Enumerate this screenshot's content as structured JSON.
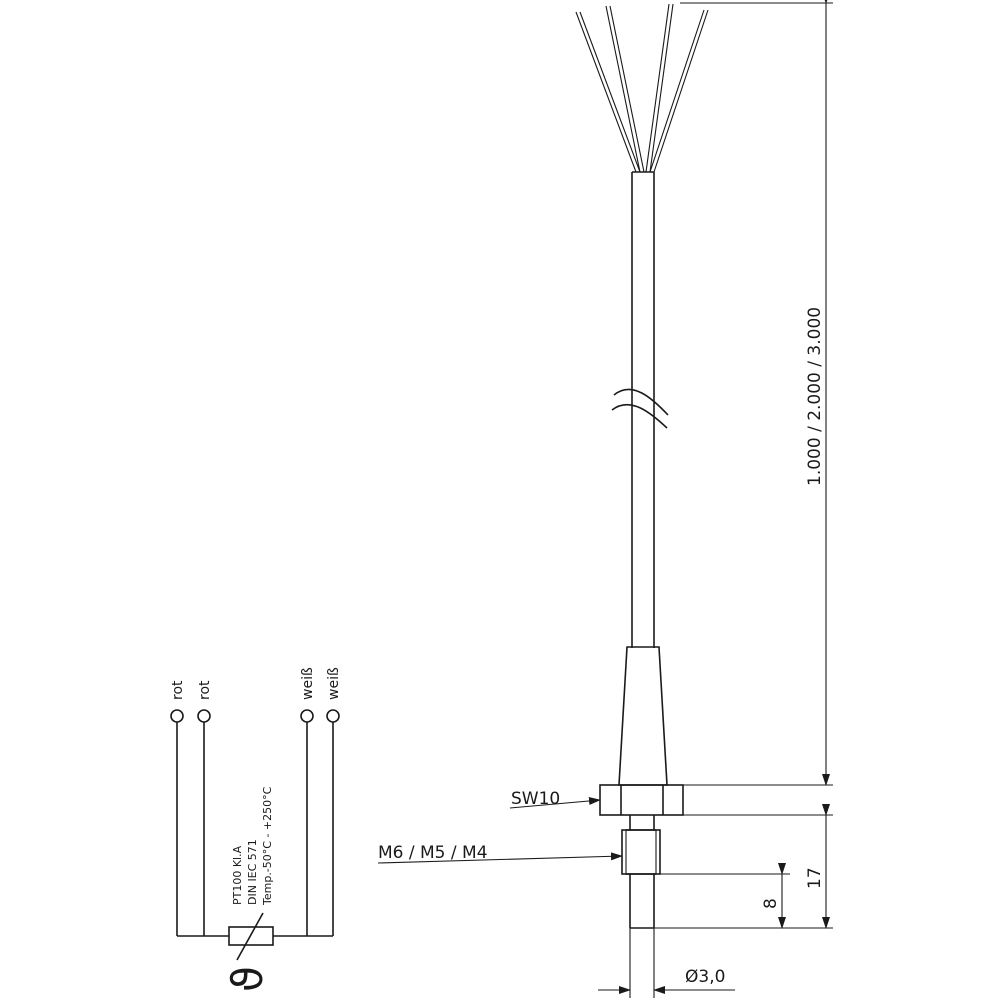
{
  "wiring": {
    "wire_1": "rot",
    "wire_2": "rot",
    "wire_3": "weiß",
    "wire_4": "weiß",
    "spec_line_1": "PT100 Kl.A",
    "spec_line_2": "DIN IEC 571",
    "spec_line_3": "Temp.-50°C - +250°C",
    "theta_symbol": "ϑ"
  },
  "dimensions": {
    "cable_length": "1.000 / 2.000 / 3.000",
    "wrench_size": "SW10",
    "thread": "M6 / M5 / M4",
    "thread_length": "17",
    "tip_length": "8",
    "diameter": "Ø3,0"
  }
}
